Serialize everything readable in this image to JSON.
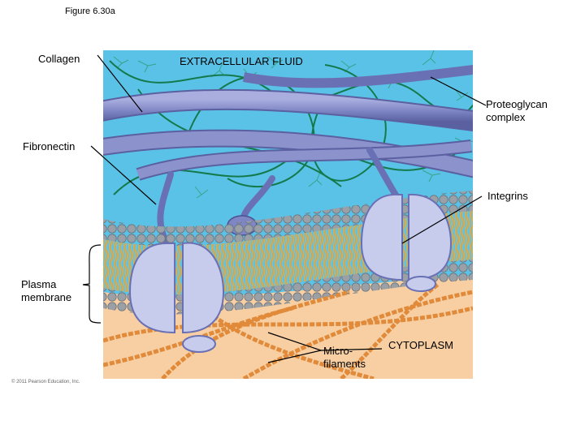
{
  "figure_label": "Figure 6.30a",
  "labels": {
    "collagen": "Collagen",
    "extracellular_fluid": "EXTRACELLULAR FLUID",
    "proteoglycan": "Proteoglycan\ncomplex",
    "fibronectin": "Fibronectin",
    "integrins": "Integrins",
    "plasma_membrane": "Plasma\nmembrane",
    "microfilaments": "Micro-\nfilaments",
    "cytoplasm": "CYTOPLASM"
  },
  "copyright": "© 2011 Pearson Education, Inc.",
  "colors": {
    "extracellular": "#5BC2E7",
    "cytoplasm": "#F7CFA3",
    "collagen": "#7F86C4",
    "proteoglycan": "#1E8A5A",
    "phospholipid_head": "#9AA0A6",
    "lipid_tail": "#E9A93B",
    "integrin": "#C7CCEC",
    "microfilament": "#E08A3A"
  }
}
